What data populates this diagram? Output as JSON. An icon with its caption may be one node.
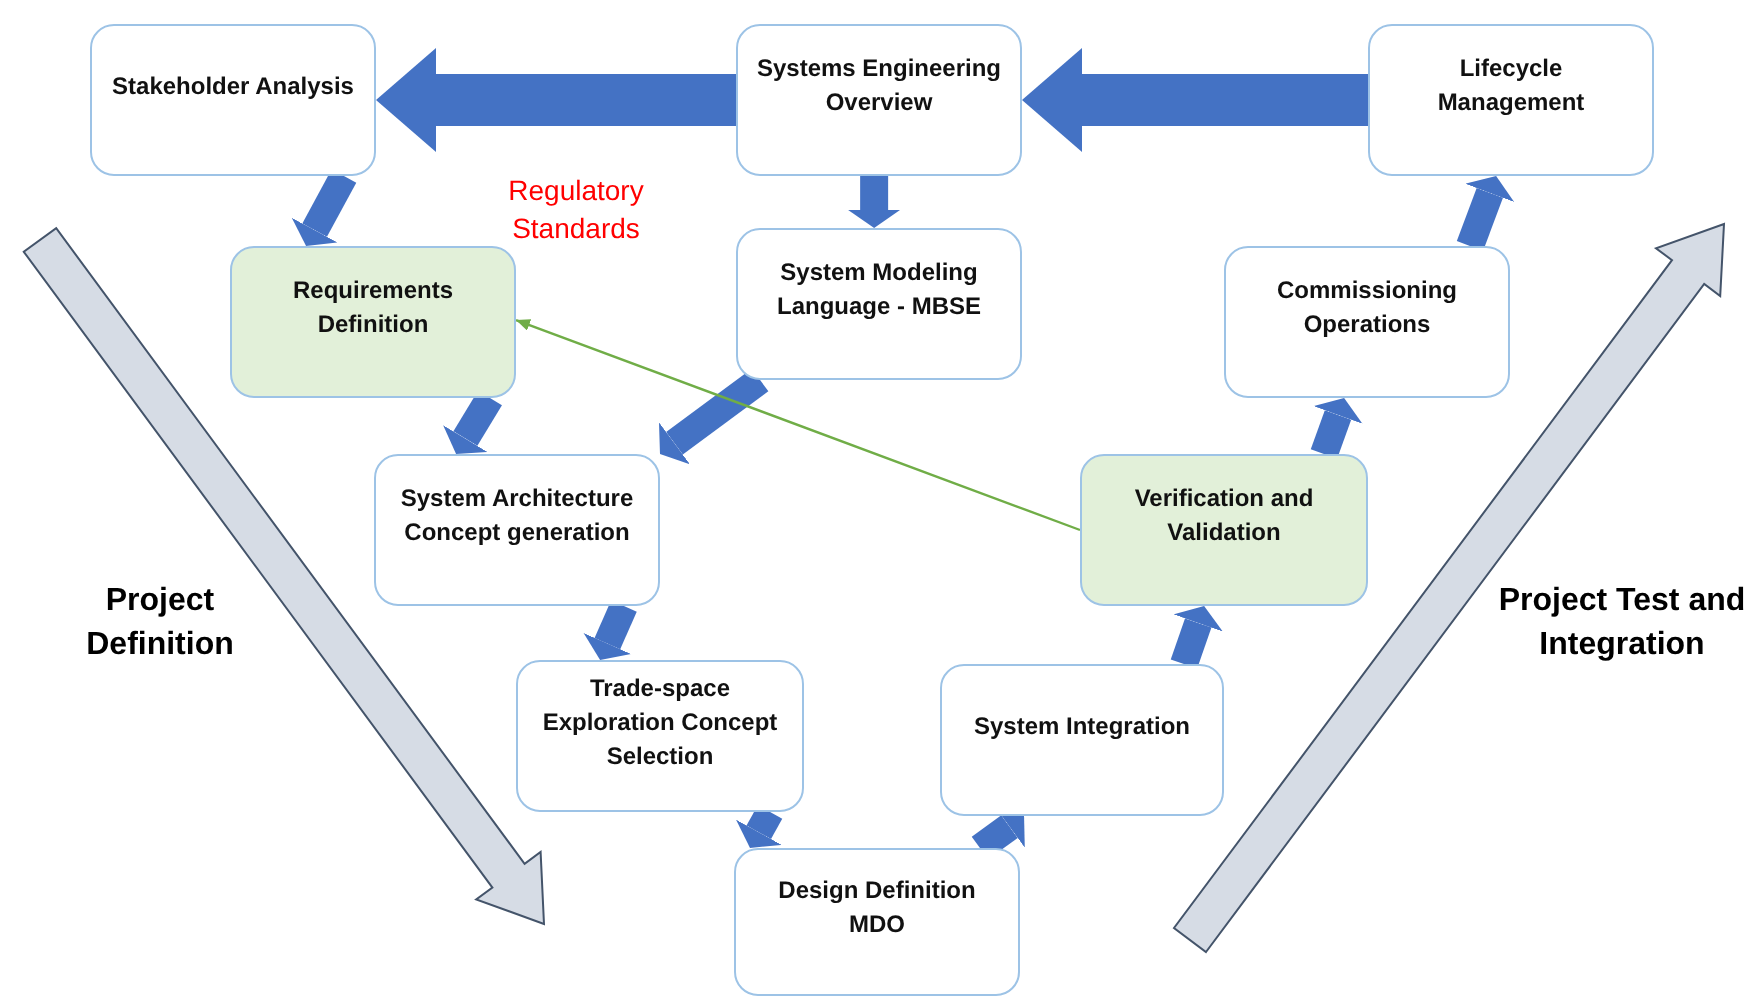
{
  "diagram": {
    "nodes": [
      {
        "text": [
          "Stakeholder Analysis"
        ]
      },
      {
        "text": [
          "Systems Engineering Overview"
        ]
      },
      {
        "text": [
          "Lifecycle Management"
        ]
      },
      {
        "text": [
          "Requirements Definition"
        ]
      },
      {
        "text": [
          "System Modeling Language - MBSE"
        ]
      },
      {
        "text": [
          "Commissioning Operations"
        ]
      },
      {
        "text": [
          "System Architecture Concept generation"
        ]
      },
      {
        "text": [
          "Verification and Validation"
        ]
      },
      {
        "text": [
          "Trade-space Exploration Concept Selection"
        ]
      },
      {
        "text": [
          "System Integration"
        ]
      },
      {
        "text": [
          "Design Definition MDO"
        ]
      }
    ],
    "edges": [
      {
        "from": 1,
        "to": 0,
        "arrow": "to",
        "style": "thick"
      },
      {
        "from": 2,
        "to": 1,
        "arrow": "to",
        "style": "thick"
      },
      {
        "from": 0,
        "to": 3,
        "arrow": "to"
      },
      {
        "from": 1,
        "to": 4,
        "arrow": "to"
      },
      {
        "from": 4,
        "to": 6,
        "arrow": "to"
      },
      {
        "from": 3,
        "to": 6,
        "arrow": "to"
      },
      {
        "from": 6,
        "to": 8,
        "arrow": "to"
      },
      {
        "from": 8,
        "to": 10,
        "arrow": "to"
      },
      {
        "from": 10,
        "to": 9,
        "arrow": "to"
      },
      {
        "from": 9,
        "to": 7,
        "arrow": "to"
      },
      {
        "from": 7,
        "to": 5,
        "arrow": "to"
      },
      {
        "from": 5,
        "to": 2,
        "arrow": "to"
      },
      {
        "from": 7,
        "to": 3,
        "arrow": "to",
        "color": "#70ad47"
      }
    ],
    "labels": [
      "Regulatory Standards",
      "Project Definition",
      "Project Test and Integration"
    ]
  }
}
